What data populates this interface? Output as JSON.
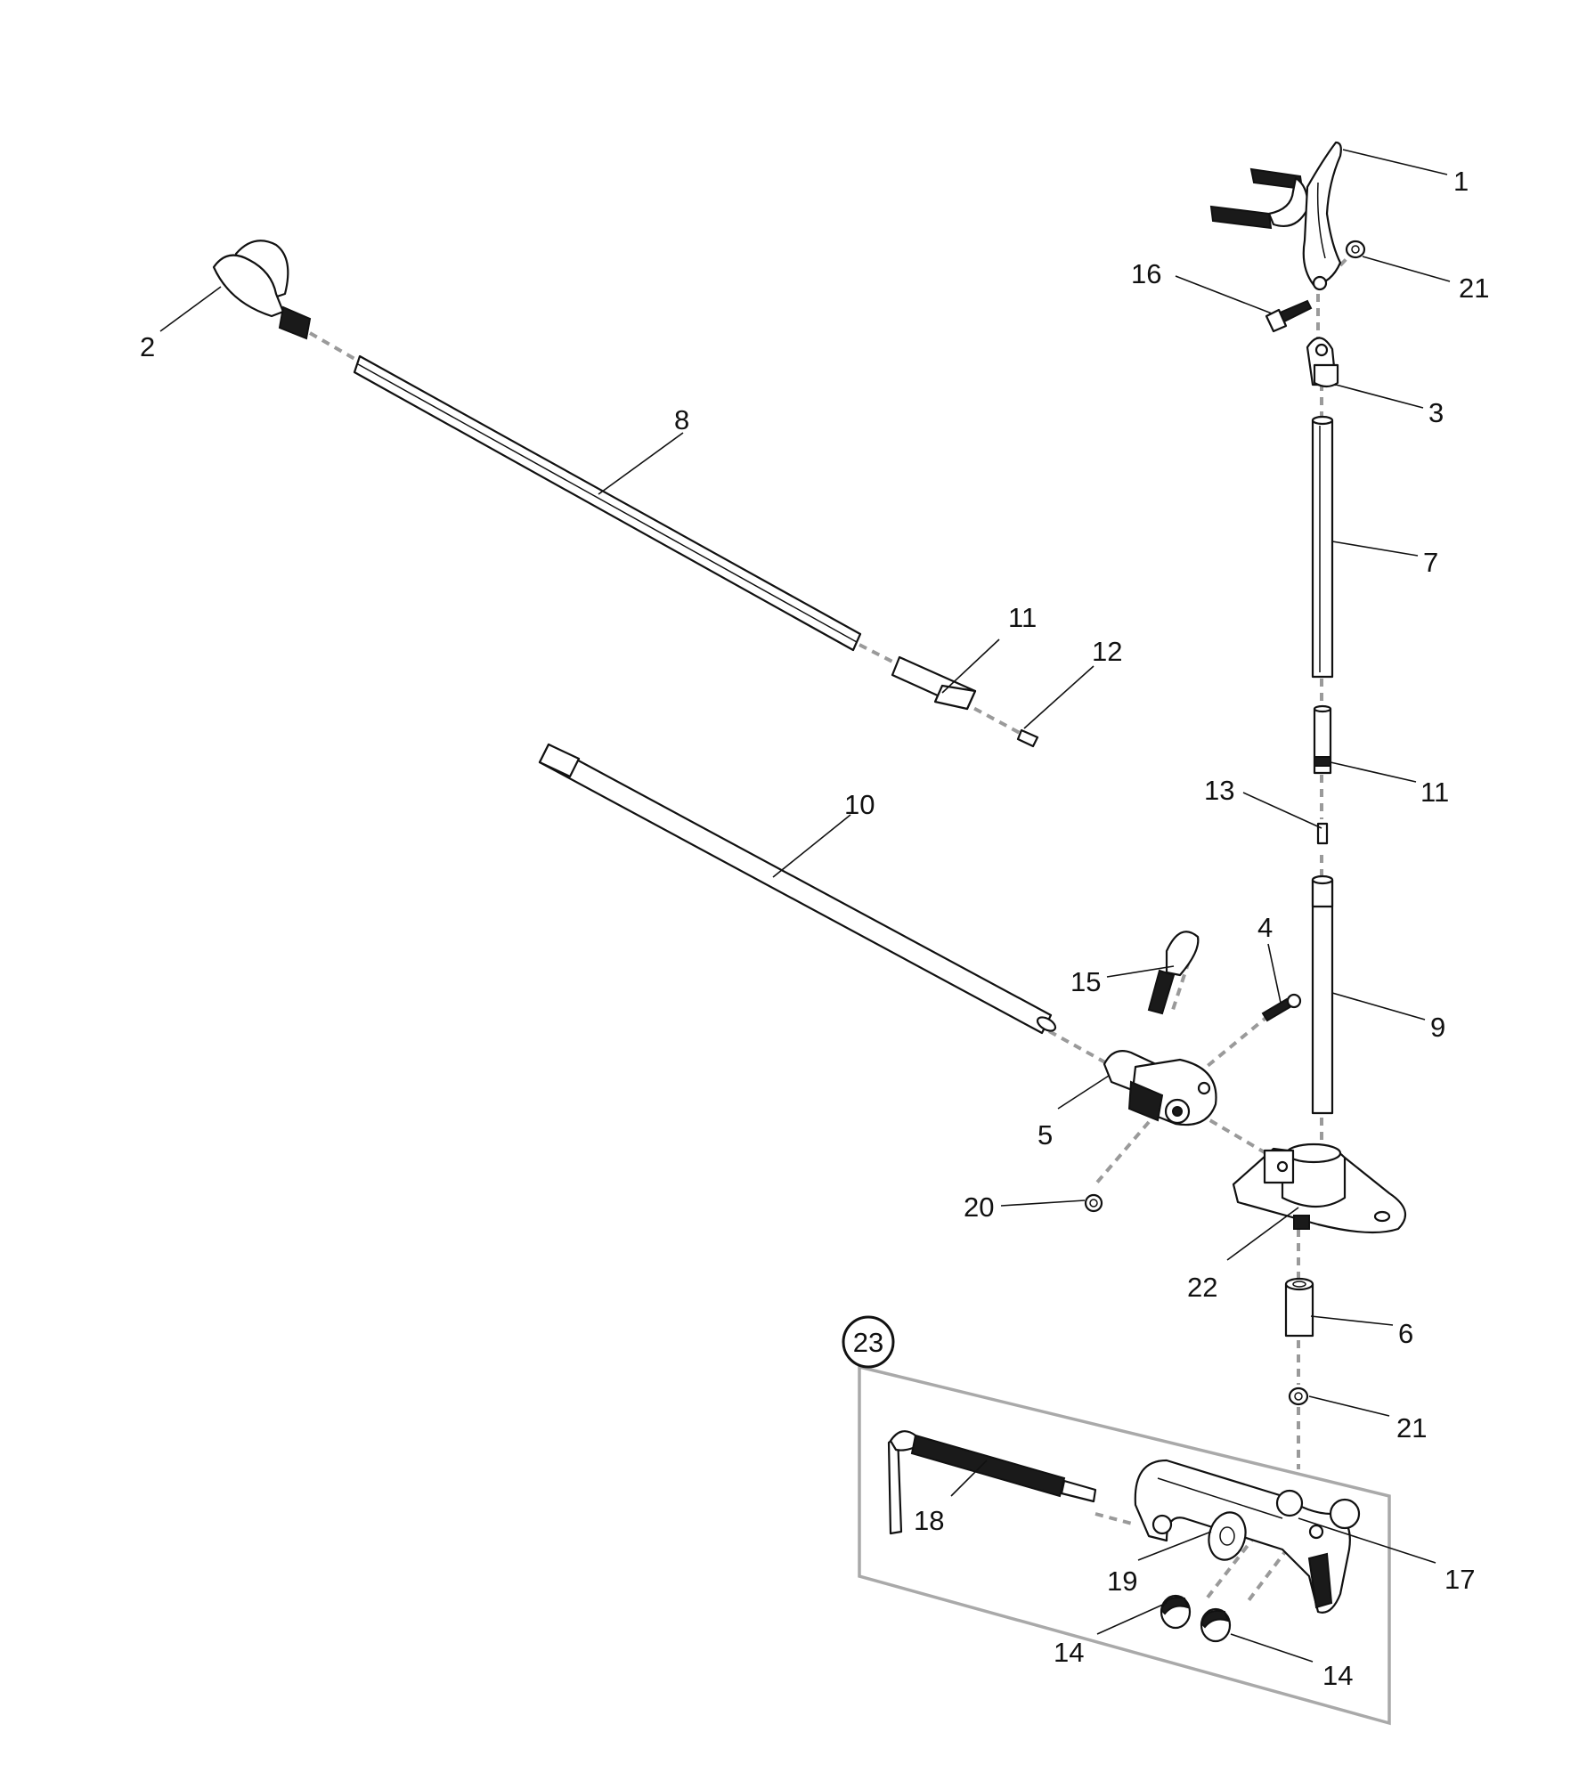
{
  "callouts": {
    "c1": "1",
    "c2": "2",
    "c3": "3",
    "c4": "4",
    "c5": "5",
    "c6": "6",
    "c7": "7",
    "c8": "8",
    "c9": "9",
    "c10": "10",
    "c11a": "11",
    "c11b": "11",
    "c12": "12",
    "c13": "13",
    "c14a": "14",
    "c14b": "14",
    "c15": "15",
    "c16": "16",
    "c17": "17",
    "c18": "18",
    "c19": "19",
    "c20": "20",
    "c21a": "21",
    "c21b": "21",
    "c22": "22",
    "c23": "23"
  },
  "colors": {
    "line": "#111111",
    "assembly_dash": "#9a9a9a",
    "kit_box": "#a9a9a9"
  },
  "icons": {
    "kit_marker": "circled-number"
  }
}
